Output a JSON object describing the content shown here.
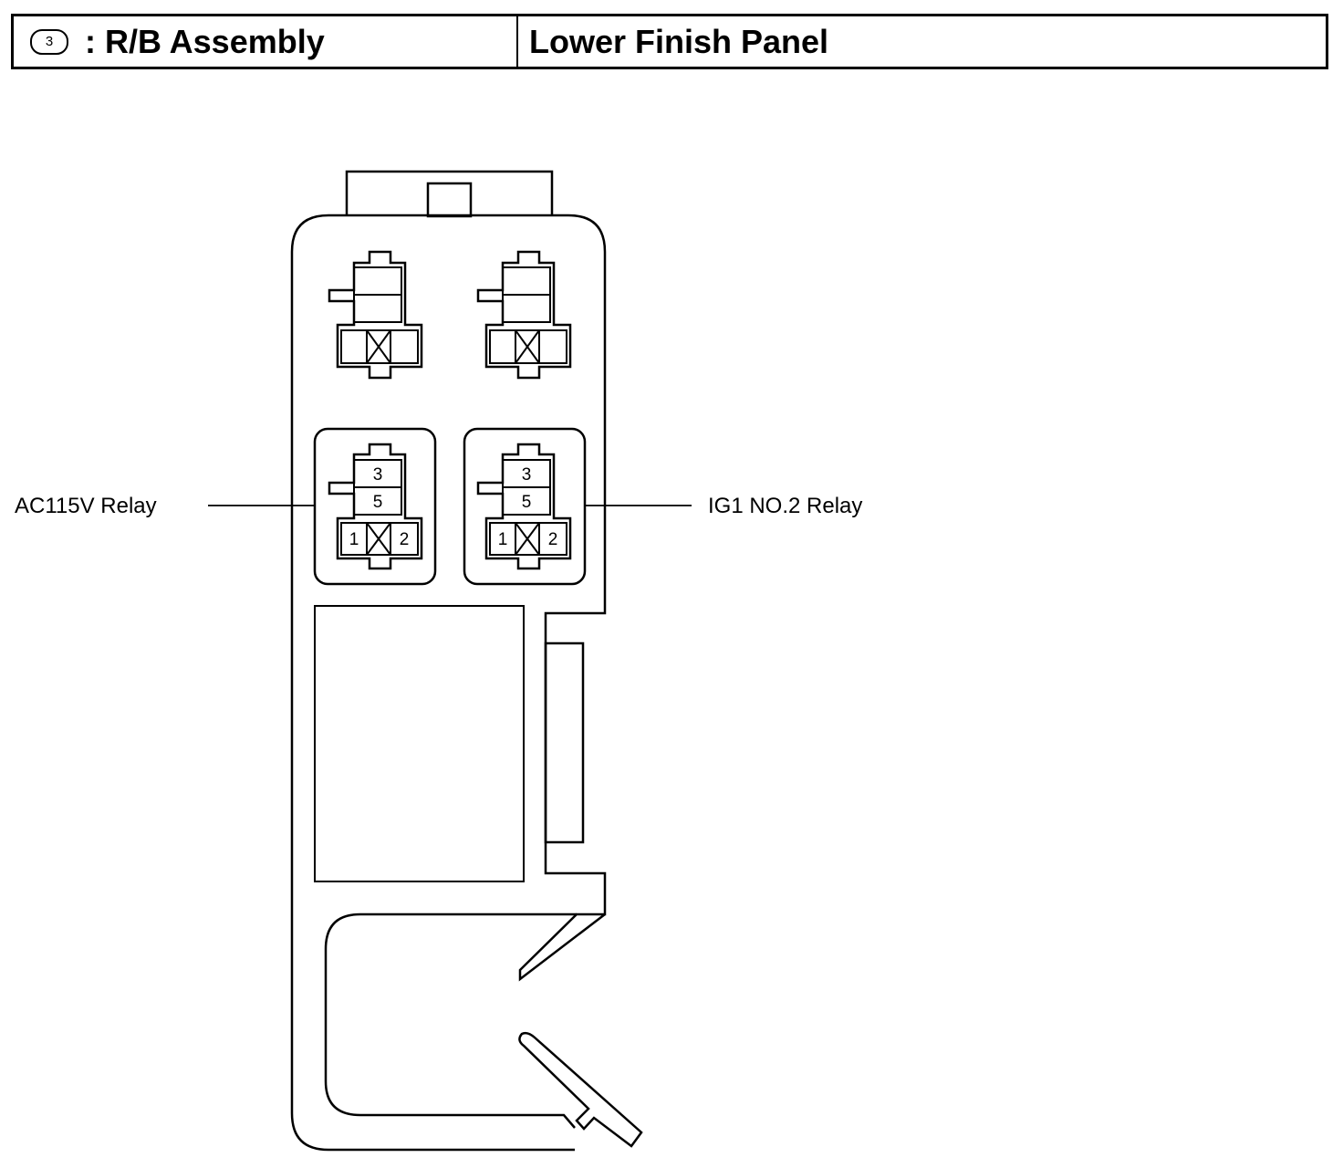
{
  "header": {
    "badge": "3",
    "separator": ":",
    "connector_title": "R/B Assembly",
    "location": "Lower Finish Panel"
  },
  "callouts": {
    "left": "AC115V Relay",
    "right": "IG1 NO.2 Relay"
  },
  "relay_pins": {
    "top": "3",
    "middle": "5",
    "bottom_left": "1",
    "bottom_right": "2"
  }
}
